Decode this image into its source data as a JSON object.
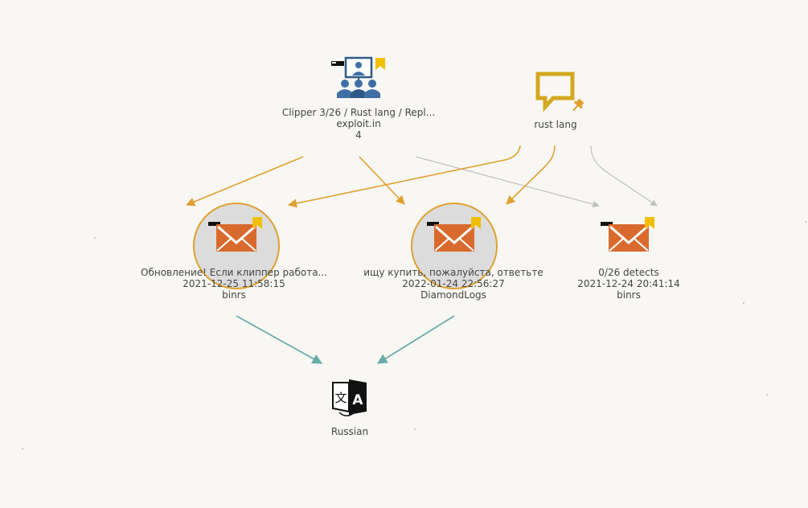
{
  "graph": {
    "nodes": {
      "forum_thread": {
        "lines": [
          "Clipper 3/26 / Rust lang / Repl...",
          "exploit.in",
          "4"
        ],
        "icon": "group-meeting-icon",
        "flag_color": "#f0c000"
      },
      "topic": {
        "lines": [
          "rust lang"
        ],
        "icon": "speech-bubble-icon",
        "color": "#d4a820"
      },
      "msg1": {
        "lines": [
          "Обновление! Если клиппер работа...",
          "2021-12-25 11:58:15",
          "binrs"
        ],
        "icon": "envelope-icon",
        "selected": true
      },
      "msg2": {
        "lines": [
          "ищу купить, пожалуйста, ответьте",
          "2022-01-24 22:56:27",
          "DiamondLogs"
        ],
        "icon": "envelope-icon",
        "selected": true
      },
      "msg3": {
        "lines": [
          "0/26 detects",
          "2021-12-24 20:41:14",
          "binrs"
        ],
        "icon": "envelope-icon",
        "selected": false
      },
      "language": {
        "lines": [
          "Russian"
        ],
        "icon": "translate-icon"
      }
    },
    "colors": {
      "orange_edge": "#e0a030",
      "gray_edge": "#c0c0c0",
      "teal_edge": "#6aaca8",
      "envelope": "#d96a2e",
      "selection_ring": "#e0a030",
      "selection_fill": "#dcdcdc"
    }
  }
}
